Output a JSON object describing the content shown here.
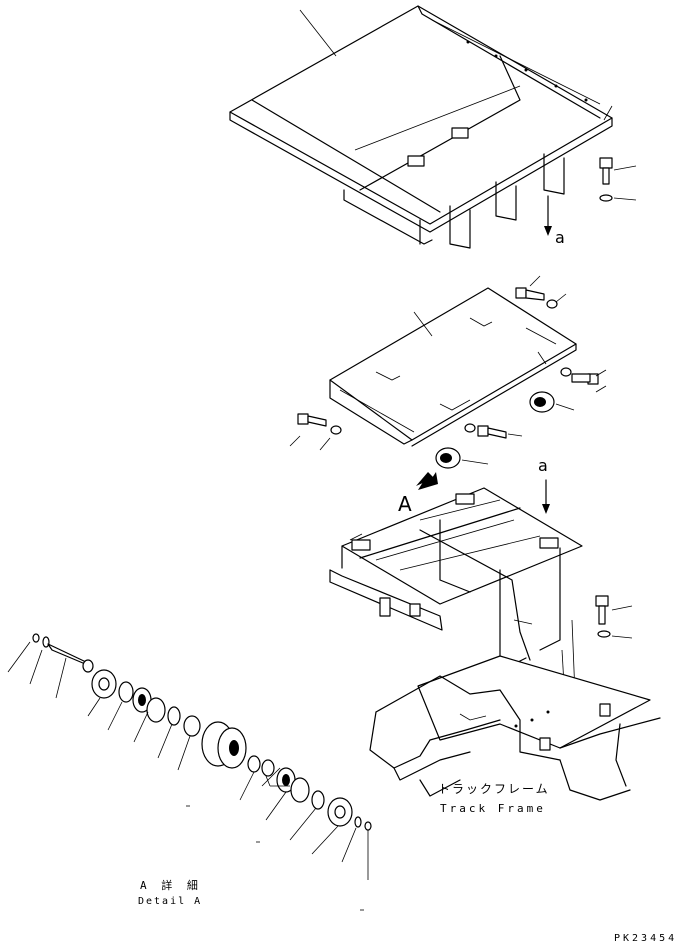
{
  "labels": {
    "arrow_a_top": "a",
    "arrow_a_mid": "a",
    "view_letter": "A",
    "track_frame_jp": "トラックフレーム",
    "track_frame_en": "Track Frame",
    "detail_jp": "A 詳 細",
    "detail_en": "Detail A",
    "drawing_code": "PK23454"
  }
}
